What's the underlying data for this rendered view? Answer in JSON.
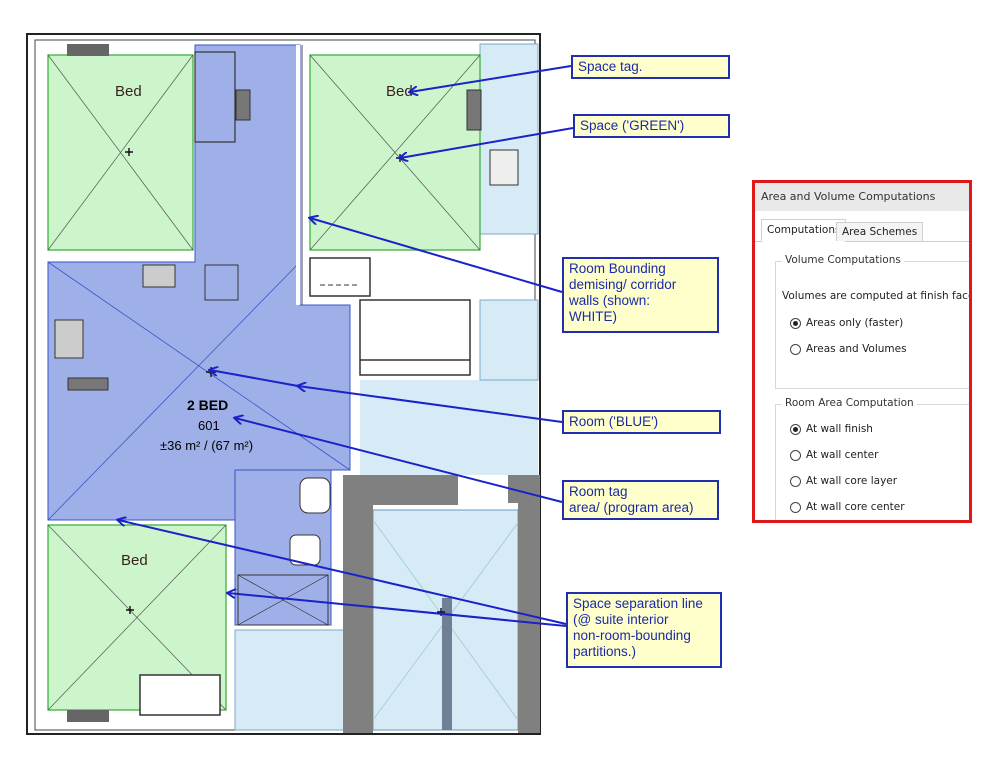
{
  "plan": {
    "space_tags": [
      "Bed",
      "Bed",
      "Bed"
    ],
    "room_tag": {
      "name": "2 BED",
      "number": "601",
      "area": "±36 m² / (67 m²)"
    },
    "colors": {
      "space_green": "#ccf5cc",
      "room_blue": "#9fb0e8",
      "corridor_lightblue": "#d6ebf6",
      "wall_grey": "#808080",
      "arrow_blue": "#1a22c8"
    }
  },
  "callouts": [
    {
      "id": "space-tag",
      "lines": [
        "Space tag."
      ]
    },
    {
      "id": "space-green",
      "lines": [
        "Space ('GREEN')"
      ]
    },
    {
      "id": "room-bounding",
      "lines": [
        "Room Bounding",
        "demising/ corridor",
        "walls (shown:",
        "WHITE)"
      ]
    },
    {
      "id": "room-blue",
      "lines": [
        "Room ('BLUE')"
      ]
    },
    {
      "id": "room-tag-area",
      "lines": [
        "Room tag",
        "area/ (program area)"
      ]
    },
    {
      "id": "space-separation",
      "lines": [
        "Space separation line",
        "(@ suite interior",
        "non-room-bounding",
        "partitions.)"
      ]
    }
  ],
  "dialog": {
    "title": "Area and Volume Computations",
    "tabs": [
      "Computations",
      "Area Schemes"
    ],
    "active_tab": "Computations",
    "volume_group": {
      "title": "Volume Computations",
      "note": "Volumes are computed at finish faces.",
      "options": [
        "Areas only (faster)",
        "Areas and Volumes"
      ],
      "selected": "Areas only (faster)"
    },
    "room_area_group": {
      "title": "Room Area Computation",
      "options": [
        "At wall finish",
        "At wall center",
        "At wall core layer",
        "At wall core center"
      ],
      "selected": "At wall finish"
    }
  }
}
